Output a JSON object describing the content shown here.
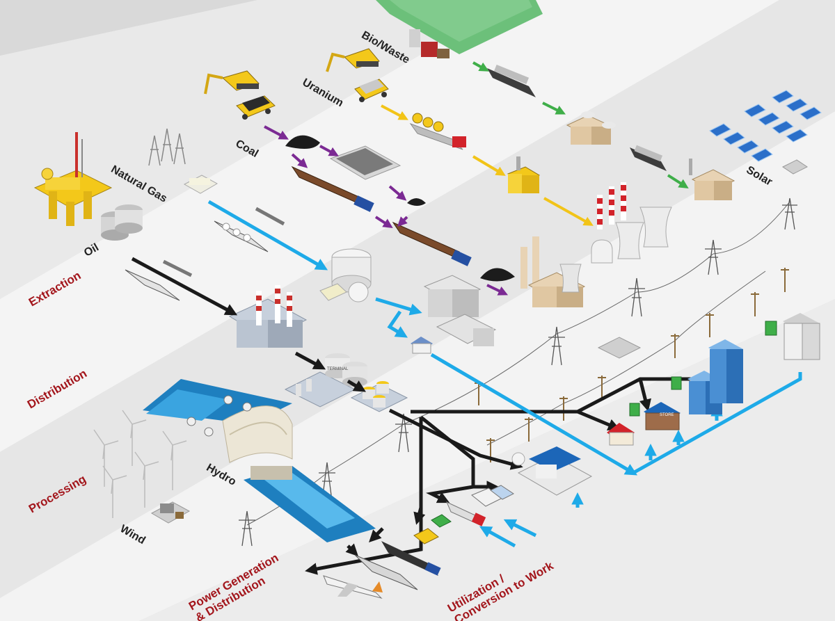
{
  "stages": {
    "extraction": "Extraction",
    "distribution": "Distribution",
    "processing": "Processing",
    "power_generation_line1": "Power Generation",
    "power_generation_line2": "& Distribution",
    "utilization_line1": "Utilization /",
    "utilization_line2": "Conversion to Work"
  },
  "sources": {
    "oil": "Oil",
    "natural_gas": "Natural Gas",
    "coal": "Coal",
    "uranium": "Uranium",
    "bio_waste": "Bio/Waste",
    "solar": "Solar",
    "hydro": "Hydro",
    "wind": "Wind"
  },
  "signage": {
    "terminal": "TERMINAL",
    "store": "STORE"
  },
  "colors": {
    "background": "#dcdcdc",
    "band_light": "#f4f4f4",
    "stage_label": "#a3161c",
    "oil_flow": "#1a1a1a",
    "gas_flow": "#1eaae8",
    "coal_flow": "#7b2a93",
    "uranium_flow": "#f2c418",
    "bio_flow": "#3fae49",
    "water": "#2a8fc9",
    "field": "#6cc07a"
  }
}
